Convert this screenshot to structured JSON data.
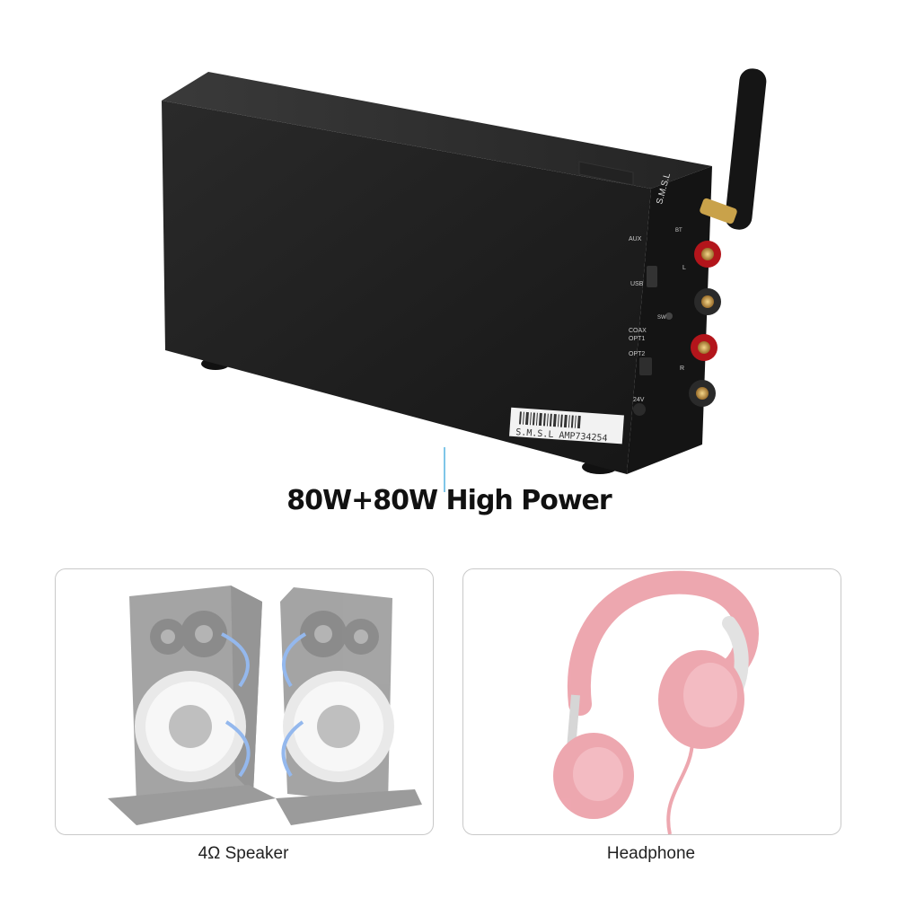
{
  "headline": "80W+80W High Power",
  "product": {
    "brand_mark": "S.M.S.L",
    "serial_label": "S.M.S.L AMP734254",
    "ports": {
      "aux": "AUX",
      "usb": "USB",
      "coax": "COAX",
      "opt1": "OPT1",
      "opt2": "OPT2",
      "dc": "24V",
      "bt": "BT",
      "sw": "SW",
      "left": "L",
      "right": "R"
    }
  },
  "options": [
    {
      "caption": "4Ω  Speaker"
    },
    {
      "caption": "Headphone"
    }
  ],
  "colors": {
    "connector_line": "#2a9fd8",
    "amp_body": "#1b1b1b",
    "headphone": "#e88a95"
  }
}
